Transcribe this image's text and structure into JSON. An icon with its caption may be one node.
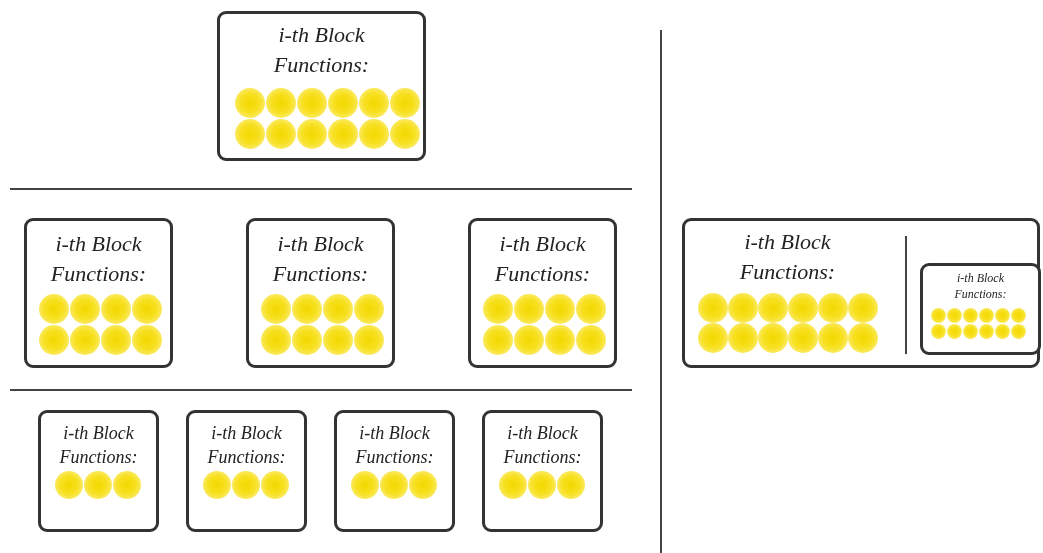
{
  "diagram": {
    "nodes": [
      {
        "text": [
          "i-th Block Functions:"
        ]
      },
      {
        "text": [
          "i-th Block Functions:"
        ]
      },
      {
        "text": [
          "i-th Block Functions:"
        ]
      },
      {
        "text": [
          "i-th Block Functions:"
        ]
      },
      {
        "text": [
          "i-th Block Functions:"
        ]
      },
      {
        "text": [
          "i-th Block Functions:"
        ]
      },
      {
        "text": [
          "i-th Block Functions:"
        ]
      },
      {
        "text": [
          "i-th Block Functions:"
        ]
      },
      {
        "text": [
          "i-th Block Functions:"
        ]
      },
      {
        "text": [
          "i-th Block Functions:"
        ],
        "in": 8
      }
    ]
  }
}
